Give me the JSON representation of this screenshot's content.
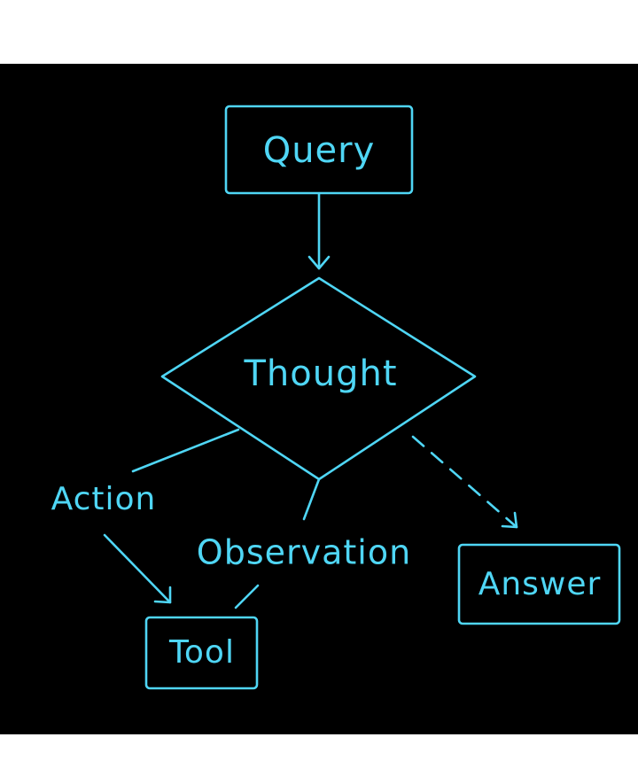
{
  "diagram": {
    "nodes": {
      "query": "Query",
      "thought": "Thought",
      "tool": "Tool",
      "answer": "Answer"
    },
    "edge_labels": {
      "action": "Action",
      "observation": "Observation"
    }
  },
  "colors": {
    "background": "#000000",
    "page": "#ffffff",
    "accent": "#4fd6f5"
  }
}
